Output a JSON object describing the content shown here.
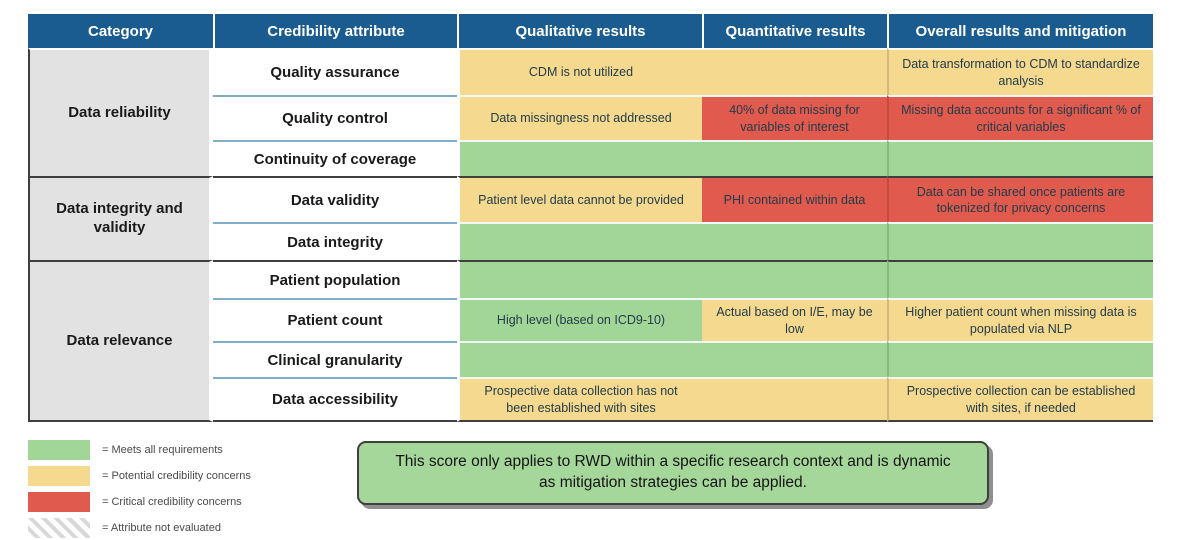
{
  "chart_data": {
    "type": "table",
    "title": "RWD credibility assessment matrix",
    "columns": [
      "Category",
      "Credibility attribute",
      "Qualitative results",
      "Quantitative results",
      "Overall results and mitigation"
    ],
    "status_meaning": {
      "green": "Meets all requirements",
      "yellow": "Potential credibility concerns",
      "red": "Critical credibility concerns",
      "hatch": "Attribute not evaluated"
    },
    "groups": [
      {
        "category": "Data reliability",
        "rows": [
          {
            "attribute": "Quality assurance",
            "qualitative": {
              "text": "CDM is not utilized",
              "status": "yellow"
            },
            "quantitative": {
              "text": "",
              "status": "yellow"
            },
            "overall": {
              "text": "Data transformation to CDM to standardize analysis",
              "status": "yellow"
            }
          },
          {
            "attribute": "Quality control",
            "qualitative": {
              "text": "Data missingness not addressed",
              "status": "yellow"
            },
            "quantitative": {
              "text": "40% of data missing for variables of interest",
              "status": "red"
            },
            "overall": {
              "text": "Missing data accounts for a significant % of critical variables",
              "status": "red"
            }
          },
          {
            "attribute": "Continuity of coverage",
            "qualitative": {
              "text": "",
              "status": "green"
            },
            "quantitative": {
              "text": "",
              "status": "green"
            },
            "overall": {
              "text": "",
              "status": "green"
            }
          }
        ]
      },
      {
        "category": "Data integrity and validity",
        "rows": [
          {
            "attribute": "Data validity",
            "qualitative": {
              "text": "Patient level data cannot be provided",
              "status": "yellow"
            },
            "quantitative": {
              "text": "PHI contained within data",
              "status": "red"
            },
            "overall": {
              "text": "Data can be shared once patients are tokenized for privacy concerns",
              "status": "red"
            }
          },
          {
            "attribute": "Data integrity",
            "qualitative": {
              "text": "",
              "status": "green"
            },
            "quantitative": {
              "text": "",
              "status": "green"
            },
            "overall": {
              "text": "",
              "status": "green"
            }
          }
        ]
      },
      {
        "category": "Data relevance",
        "rows": [
          {
            "attribute": "Patient population",
            "qualitative": {
              "text": "",
              "status": "green"
            },
            "quantitative": {
              "text": "",
              "status": "green"
            },
            "overall": {
              "text": "",
              "status": "green"
            }
          },
          {
            "attribute": "Patient count",
            "qualitative": {
              "text": "High level (based on ICD9-10)",
              "status": "green"
            },
            "quantitative": {
              "text": "Actual based on I/E, may be low",
              "status": "yellow"
            },
            "overall": {
              "text": "Higher patient count when missing data is populated via NLP",
              "status": "yellow"
            }
          },
          {
            "attribute": "Clinical granularity",
            "qualitative": {
              "text": "",
              "status": "green"
            },
            "quantitative": {
              "text": "",
              "status": "green"
            },
            "overall": {
              "text": "",
              "status": "green"
            }
          },
          {
            "attribute": "Data accessibility",
            "qualitative": {
              "text": "Prospective data collection has not been established with sites",
              "status": "yellow"
            },
            "quantitative": {
              "text": "",
              "status": "yellow"
            },
            "overall": {
              "text": "Prospective collection can be established with sites, if needed",
              "status": "yellow"
            }
          }
        ]
      }
    ]
  },
  "legend": [
    {
      "type": "green",
      "label": "= Meets all requirements"
    },
    {
      "type": "yellow",
      "label": "= Potential credibility concerns"
    },
    {
      "type": "red",
      "label": "= Critical credibility concerns"
    },
    {
      "type": "hatch",
      "label": "= Attribute not evaluated"
    }
  ],
  "callout": {
    "text": "This score only applies to RWD within a specific research context and is dynamic as mitigation strategies can be applied."
  },
  "colors": {
    "header_blue": "#1A5C8F",
    "green": "#A2D696",
    "yellow": "#F4D98E",
    "red": "#E05A4D",
    "category_gray": "#E2E2E2",
    "callout_green": "#A5D79B"
  }
}
